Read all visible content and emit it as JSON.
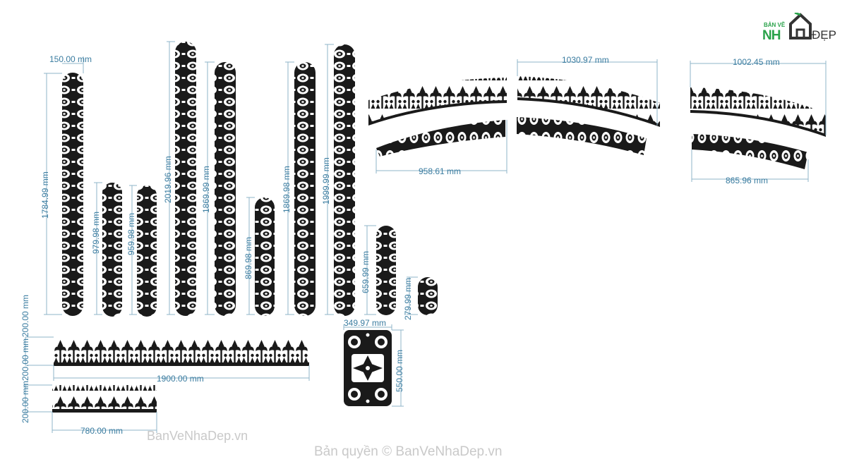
{
  "logo": {
    "top_text": "BẢN VẼ",
    "main_text": "NH",
    "side_text": "ĐẸP"
  },
  "watermark": {
    "site": "BanVeNhaDep.vn",
    "copyright": "Bản quyền © BanVeNhaDep.vn"
  },
  "dimensions": {
    "w150": "150.00 mm",
    "h1784": "1784.99 mm",
    "h979": "979.98 mm",
    "h959": "959.98 mm",
    "h2019": "2019.96 mm",
    "h1869a": "1869.99 mm",
    "h869": "869.98 mm",
    "h1869b": "1869.98 mm",
    "h1999": "1999.99 mm",
    "h659": "659.99 mm",
    "h279": "279.99 mm",
    "w1030": "1030.97 mm",
    "w1002": "1002.45 mm",
    "w958": "958.61 mm",
    "w865": "865.96 mm",
    "w349": "349.97 mm",
    "h550": "550.00 mm",
    "h200a": "200.00 mm",
    "h200b": "200.00 mm",
    "h200c": "200.00 mm",
    "w1900": "1900.00 mm",
    "w780": "780.00 mm"
  },
  "colors": {
    "ink": "#1a1a1a",
    "dimension_text": "#3a7ca0",
    "dimension_line": "#8fb4c8",
    "logo_green": "#2aa24a"
  }
}
